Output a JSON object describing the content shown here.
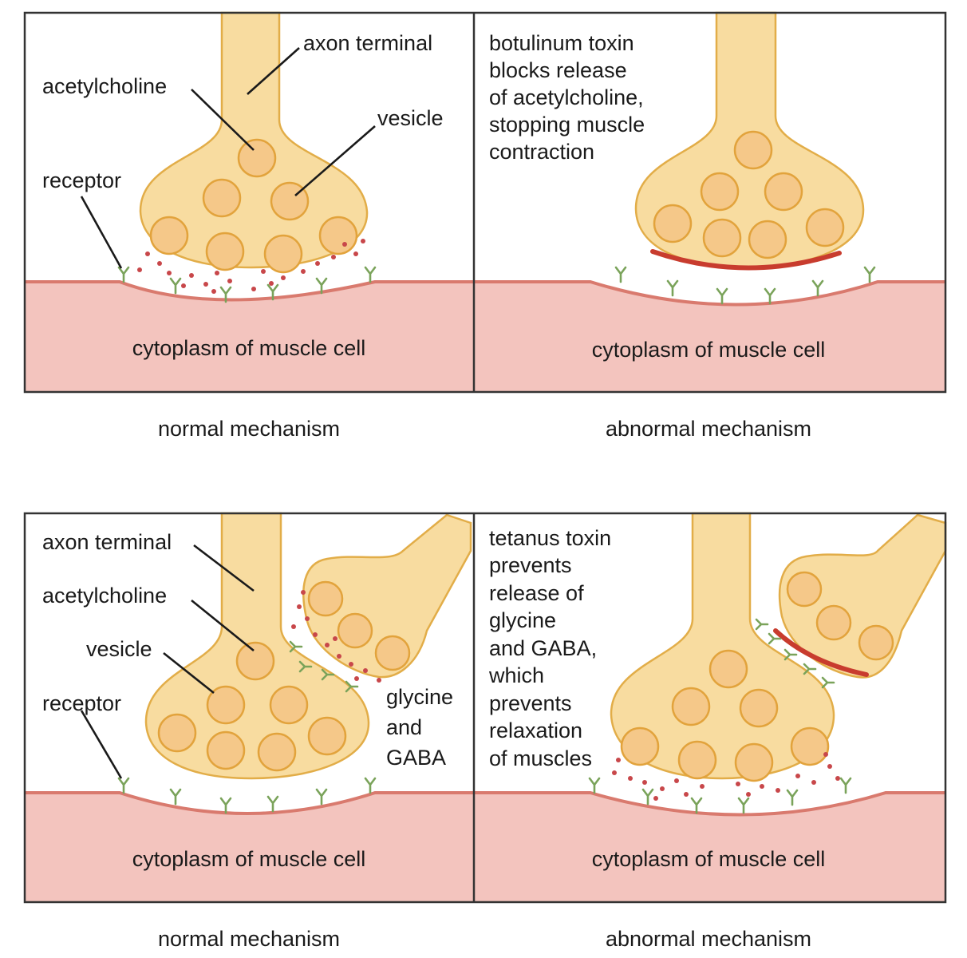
{
  "panels": {
    "top_left": {
      "cytoplasm": "cytoplasm of muscle cell",
      "axon_terminal": "axon terminal",
      "acetylcholine": "acetylcholine",
      "vesicle": "vesicle",
      "receptor": "receptor",
      "caption": "normal mechanism"
    },
    "top_right": {
      "toxin_lines": [
        "botulinum toxin",
        "blocks release",
        "of acetylcholine,",
        "stopping muscle",
        "contraction"
      ],
      "cytoplasm": "cytoplasm of muscle cell",
      "caption": "abnormal mechanism"
    },
    "bottom_left": {
      "axon_terminal": "axon terminal",
      "acetylcholine": "acetylcholine",
      "vesicle": "vesicle",
      "receptor": "receptor",
      "glycine_lines": [
        "glycine",
        "and",
        "GABA"
      ],
      "cytoplasm": "cytoplasm of muscle cell",
      "caption": "normal mechanism"
    },
    "bottom_right": {
      "toxin_lines": [
        "tetanus toxin",
        "prevents",
        "release of",
        "glycine",
        "and GABA,",
        "which",
        "prevents",
        "relaxation",
        "of muscles"
      ],
      "cytoplasm": "cytoplasm of muscle cell",
      "caption": "abnormal mechanism"
    }
  },
  "colors": {
    "muscle": "#f3c4be",
    "muscle_edge": "#d97a6e",
    "axon": "#f8dca0",
    "axon_edge": "#e2ad48",
    "vesicle": "#f5c889",
    "neurotransmitter": "#c8474a",
    "receptor": "#7aa35a",
    "toxin_block": "#c83c2e"
  }
}
